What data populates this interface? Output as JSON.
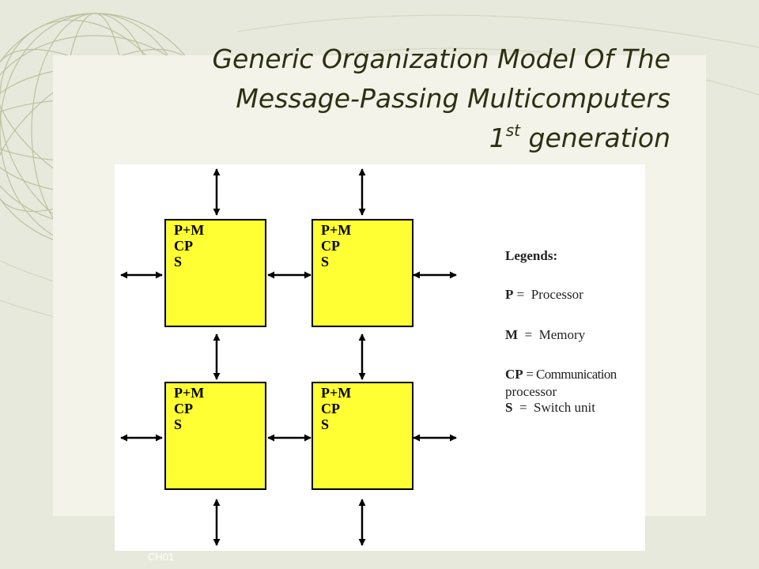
{
  "slide": {
    "title_line1": "Generic Organization Model Of The",
    "title_line2": "Message-Passing Multicomputers",
    "title_line3_number": "1",
    "title_line3_sup": "st",
    "title_line3_rest": " generation",
    "footer": "CH01"
  },
  "nodes": [
    {
      "line1": "P+M",
      "line2": "CP",
      "line3": "S"
    },
    {
      "line1": "P+M",
      "line2": "CP",
      "line3": "S"
    },
    {
      "line1": "P+M",
      "line2": "CP",
      "line3": "S"
    },
    {
      "line1": "P+M",
      "line2": "CP",
      "line3": "S"
    }
  ],
  "legend": {
    "title": "Legends:",
    "p_key": "P",
    "p_desc": " =  Processor",
    "m_key": "M",
    "m_desc": "  =  Memory",
    "cp_key": "CP",
    "cp_desc": " = Communication",
    "cp_desc2": "processor",
    "s_key": "S",
    "s_desc": "  =  Switch unit"
  },
  "colors": {
    "node_fill": "#ffff33",
    "background": "#e7e9dc",
    "title_text": "#2c3012"
  },
  "icons": [
    "sphere-wireframe-decoration"
  ]
}
